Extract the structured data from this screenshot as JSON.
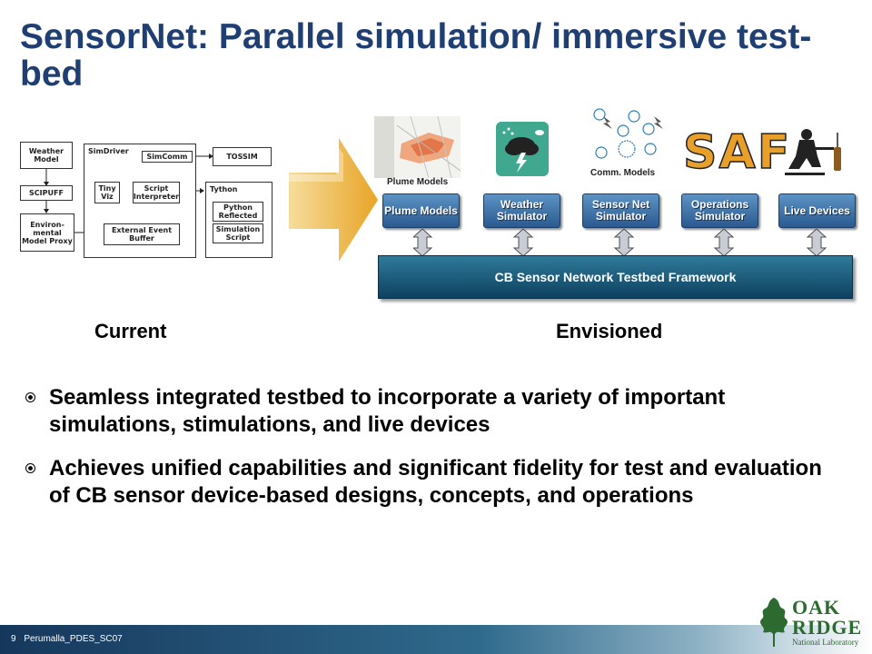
{
  "title": "SensorNet: Parallel simulation/ immersive test-bed",
  "current_diagram": {
    "weather_model": "Weather Model",
    "scipuff": "SCIPUFF",
    "environ_proxy": "Environ-mental Model Proxy",
    "simdriver": "SimDriver",
    "simcomm": "SimComm",
    "tiny_viz": "Tiny Viz",
    "script_interpreter": "Script Interpreter",
    "external_event_buffer": "External Event Buffer",
    "tossim": "TOSSIM",
    "tython": "Tython",
    "python_reflected": "Python Reflected",
    "simulation_script": "Simulation Script"
  },
  "envisioned": {
    "plume_models_caption": "Plume Models",
    "comm_models_caption": "Comm. Models",
    "saf_logo": "SAF",
    "modules": [
      "Plume Models",
      "Weather Simulator",
      "Sensor Net Simulator",
      "Operations Simulator",
      "Live Devices"
    ],
    "framework": "CB Sensor Network Testbed Framework"
  },
  "labels": {
    "current": "Current",
    "envisioned": "Envisioned"
  },
  "bullets": [
    "Seamless integrated testbed to incorporate a variety of important simulations, stimulations, and live devices",
    "Achieves unified capabilities and significant fidelity for test and evaluation of CB sensor device-based designs, concepts, and operations"
  ],
  "footer": {
    "slide_number": "9",
    "text": "Perumalla_PDES_SC07"
  },
  "logo": {
    "line1": "OAK",
    "line2": "RIDGE",
    "line3": "National Laboratory"
  },
  "colors": {
    "title": "#1f3f73",
    "module_button": "#3a6ea5",
    "framework": "#1a5776",
    "footer": "#16375c"
  }
}
